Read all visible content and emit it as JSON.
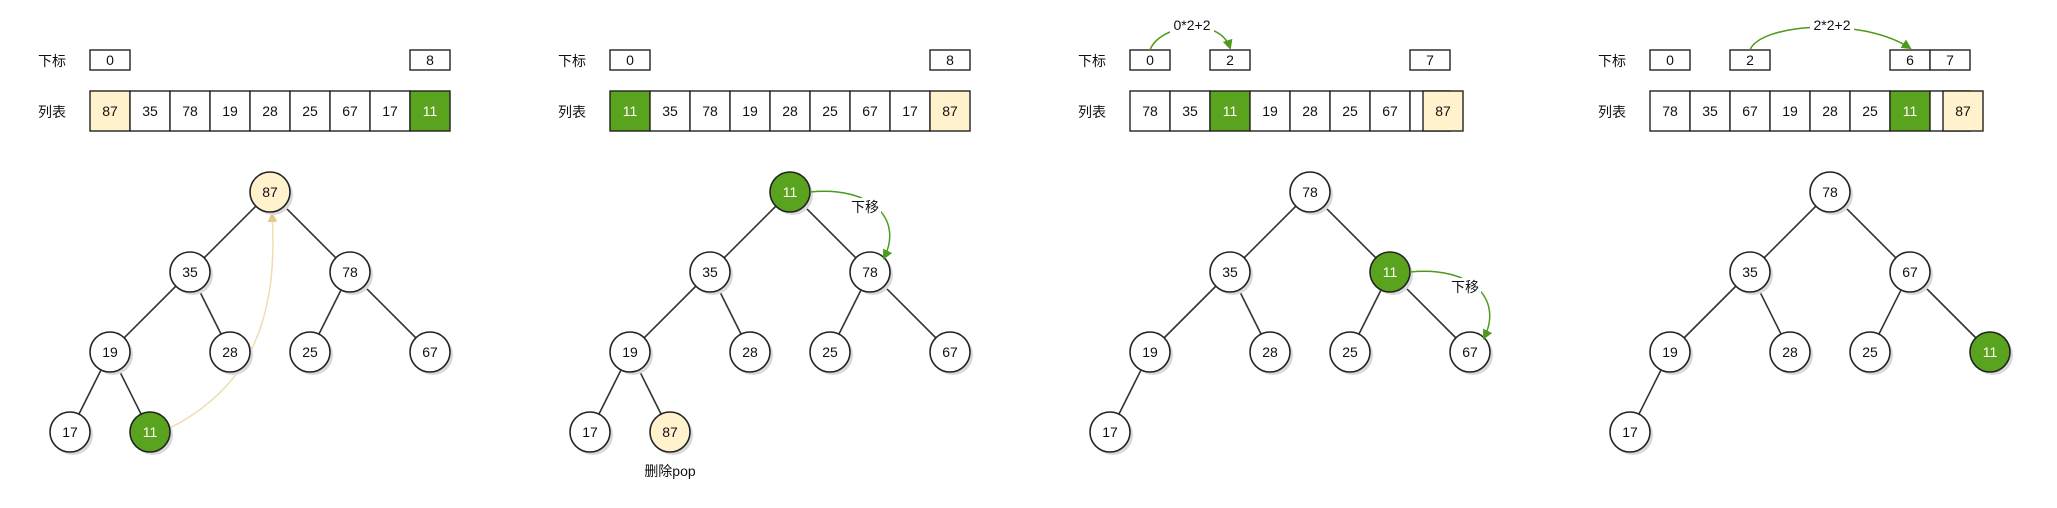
{
  "colors": {
    "highlight": "#5aa31e",
    "removed": "#fff2cc",
    "normal": "#ffffff",
    "text_dark": "#111111",
    "text_light": "#ffffff",
    "move_arrow": "#4e9a1d",
    "pop_arrow": "#f0dcb0"
  },
  "labels": {
    "index_row": "下标",
    "list_row": "列表"
  },
  "panels": [
    {
      "indices": [
        {
          "slot": 0,
          "text": "0"
        },
        {
          "slot": 8,
          "text": "8"
        }
      ],
      "array": [
        {
          "v": "87",
          "s": "removed"
        },
        {
          "v": "35",
          "s": "normal"
        },
        {
          "v": "78",
          "s": "normal"
        },
        {
          "v": "19",
          "s": "normal"
        },
        {
          "v": "28",
          "s": "normal"
        },
        {
          "v": "25",
          "s": "normal"
        },
        {
          "v": "67",
          "s": "normal"
        },
        {
          "v": "17",
          "s": "normal"
        },
        {
          "v": "11",
          "s": "highlight"
        }
      ],
      "detached": null,
      "index_arrow": null,
      "tree": [
        {
          "pos": 0,
          "v": "87",
          "s": "removed"
        },
        {
          "pos": 1,
          "v": "35",
          "s": "normal"
        },
        {
          "pos": 2,
          "v": "78",
          "s": "normal"
        },
        {
          "pos": 3,
          "v": "19",
          "s": "normal"
        },
        {
          "pos": 4,
          "v": "28",
          "s": "normal"
        },
        {
          "pos": 5,
          "v": "25",
          "s": "normal"
        },
        {
          "pos": 6,
          "v": "67",
          "s": "normal"
        },
        {
          "pos": 7,
          "v": "17",
          "s": "normal"
        },
        {
          "pos": 8,
          "v": "11",
          "s": "highlight"
        }
      ],
      "tree_arrow": {
        "kind": "pop",
        "from": 8,
        "to": 0,
        "text": ""
      },
      "caption": null
    },
    {
      "indices": [
        {
          "slot": 0,
          "text": "0"
        },
        {
          "slot": 8,
          "text": "8"
        }
      ],
      "array": [
        {
          "v": "11",
          "s": "highlight"
        },
        {
          "v": "35",
          "s": "normal"
        },
        {
          "v": "78",
          "s": "normal"
        },
        {
          "v": "19",
          "s": "normal"
        },
        {
          "v": "28",
          "s": "normal"
        },
        {
          "v": "25",
          "s": "normal"
        },
        {
          "v": "67",
          "s": "normal"
        },
        {
          "v": "17",
          "s": "normal"
        },
        {
          "v": "87",
          "s": "removed"
        }
      ],
      "detached": null,
      "index_arrow": null,
      "tree": [
        {
          "pos": 0,
          "v": "11",
          "s": "highlight"
        },
        {
          "pos": 1,
          "v": "35",
          "s": "normal"
        },
        {
          "pos": 2,
          "v": "78",
          "s": "normal"
        },
        {
          "pos": 3,
          "v": "19",
          "s": "normal"
        },
        {
          "pos": 4,
          "v": "28",
          "s": "normal"
        },
        {
          "pos": 5,
          "v": "25",
          "s": "normal"
        },
        {
          "pos": 6,
          "v": "67",
          "s": "normal"
        },
        {
          "pos": 7,
          "v": "17",
          "s": "normal"
        },
        {
          "pos": 8,
          "v": "87",
          "s": "removed"
        }
      ],
      "tree_arrow": {
        "kind": "move",
        "from": 0,
        "to": 2,
        "text": "下移"
      },
      "caption": {
        "under": 8,
        "text": "删除pop"
      }
    },
    {
      "indices": [
        {
          "slot": 0,
          "text": "0"
        },
        {
          "slot": 2,
          "text": "2"
        },
        {
          "slot": 7,
          "text": "7"
        }
      ],
      "array": [
        {
          "v": "78",
          "s": "normal"
        },
        {
          "v": "35",
          "s": "normal"
        },
        {
          "v": "11",
          "s": "highlight"
        },
        {
          "v": "19",
          "s": "normal"
        },
        {
          "v": "28",
          "s": "normal"
        },
        {
          "v": "25",
          "s": "normal"
        },
        {
          "v": "67",
          "s": "normal"
        },
        {
          "v": "17",
          "s": "normal"
        }
      ],
      "detached": {
        "v": "87",
        "s": "removed"
      },
      "index_arrow": {
        "from": 0,
        "to": 2,
        "text": "0*2+2"
      },
      "tree": [
        {
          "pos": 0,
          "v": "78",
          "s": "normal"
        },
        {
          "pos": 1,
          "v": "35",
          "s": "normal"
        },
        {
          "pos": 2,
          "v": "11",
          "s": "highlight"
        },
        {
          "pos": 3,
          "v": "19",
          "s": "normal"
        },
        {
          "pos": 4,
          "v": "28",
          "s": "normal"
        },
        {
          "pos": 5,
          "v": "25",
          "s": "normal"
        },
        {
          "pos": 6,
          "v": "67",
          "s": "normal"
        },
        {
          "pos": 7,
          "v": "17",
          "s": "normal"
        }
      ],
      "tree_arrow": {
        "kind": "move",
        "from": 2,
        "to": 6,
        "text": "下移"
      },
      "caption": null
    },
    {
      "indices": [
        {
          "slot": 0,
          "text": "0"
        },
        {
          "slot": 2,
          "text": "2"
        },
        {
          "slot": 6,
          "text": "6"
        },
        {
          "slot": 7,
          "text": "7"
        }
      ],
      "array": [
        {
          "v": "78",
          "s": "normal"
        },
        {
          "v": "35",
          "s": "normal"
        },
        {
          "v": "67",
          "s": "normal"
        },
        {
          "v": "19",
          "s": "normal"
        },
        {
          "v": "28",
          "s": "normal"
        },
        {
          "v": "25",
          "s": "normal"
        },
        {
          "v": "11",
          "s": "highlight"
        },
        {
          "v": "17",
          "s": "normal"
        }
      ],
      "detached": {
        "v": "87",
        "s": "removed"
      },
      "index_arrow": {
        "from": 2,
        "to": 6,
        "text": "2*2+2"
      },
      "tree": [
        {
          "pos": 0,
          "v": "78",
          "s": "normal"
        },
        {
          "pos": 1,
          "v": "35",
          "s": "normal"
        },
        {
          "pos": 2,
          "v": "67",
          "s": "normal"
        },
        {
          "pos": 3,
          "v": "19",
          "s": "normal"
        },
        {
          "pos": 4,
          "v": "28",
          "s": "normal"
        },
        {
          "pos": 5,
          "v": "25",
          "s": "normal"
        },
        {
          "pos": 6,
          "v": "11",
          "s": "highlight"
        },
        {
          "pos": 7,
          "v": "17",
          "s": "normal"
        }
      ],
      "tree_arrow": null,
      "caption": null
    }
  ]
}
